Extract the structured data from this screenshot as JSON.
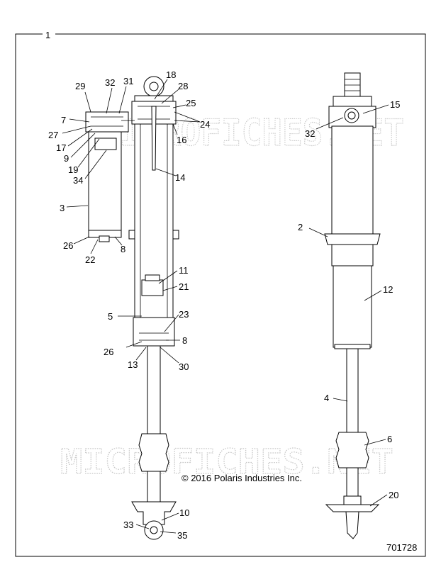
{
  "frame_label": "1",
  "figure_number": "701728",
  "copyright": "© 2016 Polaris Industries Inc.",
  "watermark": "MICROFICHES.NET",
  "callouts": [
    {
      "id": "c18",
      "text": "18"
    },
    {
      "id": "c28",
      "text": "28"
    },
    {
      "id": "c25",
      "text": "25"
    },
    {
      "id": "c24",
      "text": "24"
    },
    {
      "id": "c16",
      "text": "16"
    },
    {
      "id": "c14",
      "text": "14"
    },
    {
      "id": "c29",
      "text": "29"
    },
    {
      "id": "c32a",
      "text": "32"
    },
    {
      "id": "c31",
      "text": "31"
    },
    {
      "id": "c7",
      "text": "7"
    },
    {
      "id": "c27",
      "text": "27"
    },
    {
      "id": "c17",
      "text": "17"
    },
    {
      "id": "c9",
      "text": "9"
    },
    {
      "id": "c19",
      "text": "19"
    },
    {
      "id": "c34",
      "text": "34"
    },
    {
      "id": "c3",
      "text": "3"
    },
    {
      "id": "c26a",
      "text": "26"
    },
    {
      "id": "c22",
      "text": "22"
    },
    {
      "id": "c8a",
      "text": "8"
    },
    {
      "id": "c11",
      "text": "11"
    },
    {
      "id": "c21",
      "text": "21"
    },
    {
      "id": "c5",
      "text": "5"
    },
    {
      "id": "c23",
      "text": "23"
    },
    {
      "id": "c26b",
      "text": "26"
    },
    {
      "id": "c8b",
      "text": "8"
    },
    {
      "id": "c13",
      "text": "13"
    },
    {
      "id": "c30",
      "text": "30"
    },
    {
      "id": "c10",
      "text": "10"
    },
    {
      "id": "c33",
      "text": "33"
    },
    {
      "id": "c35",
      "text": "35"
    },
    {
      "id": "c15",
      "text": "15"
    },
    {
      "id": "c32b",
      "text": "32"
    },
    {
      "id": "c2",
      "text": "2"
    },
    {
      "id": "c12",
      "text": "12"
    },
    {
      "id": "c4",
      "text": "4"
    },
    {
      "id": "c6",
      "text": "6"
    },
    {
      "id": "c20",
      "text": "20"
    }
  ]
}
